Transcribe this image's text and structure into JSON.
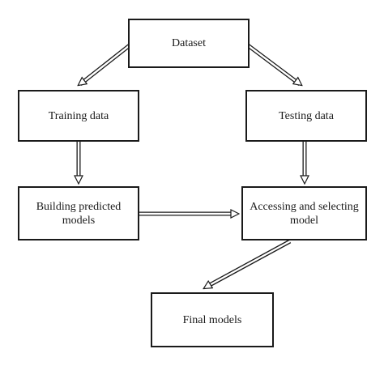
{
  "diagram": {
    "nodes": {
      "dataset": "Dataset",
      "training": "Training data",
      "testing": "Testing data",
      "building": "Building predicted models",
      "access": "Accessing and selecting model",
      "final": "Final models"
    },
    "edges": [
      {
        "from": "dataset",
        "to": "training"
      },
      {
        "from": "dataset",
        "to": "testing"
      },
      {
        "from": "training",
        "to": "building"
      },
      {
        "from": "testing",
        "to": "access"
      },
      {
        "from": "building",
        "to": "access"
      },
      {
        "from": "access",
        "to": "final"
      }
    ]
  }
}
